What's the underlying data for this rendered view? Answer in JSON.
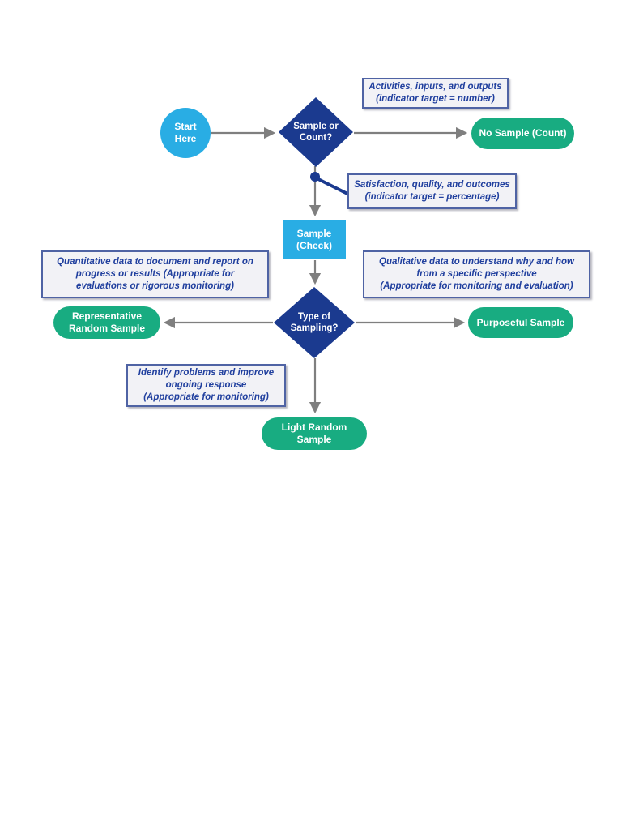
{
  "page": {
    "title": "Sample or Count sampling decision flowchart",
    "background": "#ffffff"
  },
  "colors": {
    "cyan": "#29ade4",
    "navy": "#1b3a8f",
    "green": "#18ac81",
    "arrow": "#7f7f7f",
    "callout_fill": "#f2f2f6",
    "callout_border": "#4f63a4",
    "callout_text": "#203f9e"
  },
  "nodes": {
    "start": {
      "label": "Start\nHere"
    },
    "sample_or_count": {
      "label": "Sample or\nCount?"
    },
    "no_sample": {
      "label": "No Sample (Count)"
    },
    "sample_check": {
      "label": "Sample\n(Check)"
    },
    "type_of_sampling": {
      "label": "Type of\nSampling?"
    },
    "representative": {
      "label": "Representative\nRandom Sample"
    },
    "purposeful": {
      "label": "Purposeful Sample"
    },
    "light_random": {
      "label": "Light Random\nSample"
    }
  },
  "callouts": {
    "activities": {
      "text": "Activities, inputs, and outputs\n(indicator target = number)"
    },
    "satisfaction": {
      "text": "Satisfaction, quality, and outcomes\n(indicator target = percentage)"
    },
    "quantitative": {
      "text": "Quantitative data to document and report on\nprogress or results (Appropriate for\nevaluations or rigorous monitoring)"
    },
    "qualitative": {
      "text": "Qualitative data to understand why and how\nfrom a specific perspective\n(Appropriate for monitoring and evaluation)"
    },
    "identify": {
      "text": "Identify problems and improve\nongoing response\n(Appropriate for monitoring)"
    }
  }
}
